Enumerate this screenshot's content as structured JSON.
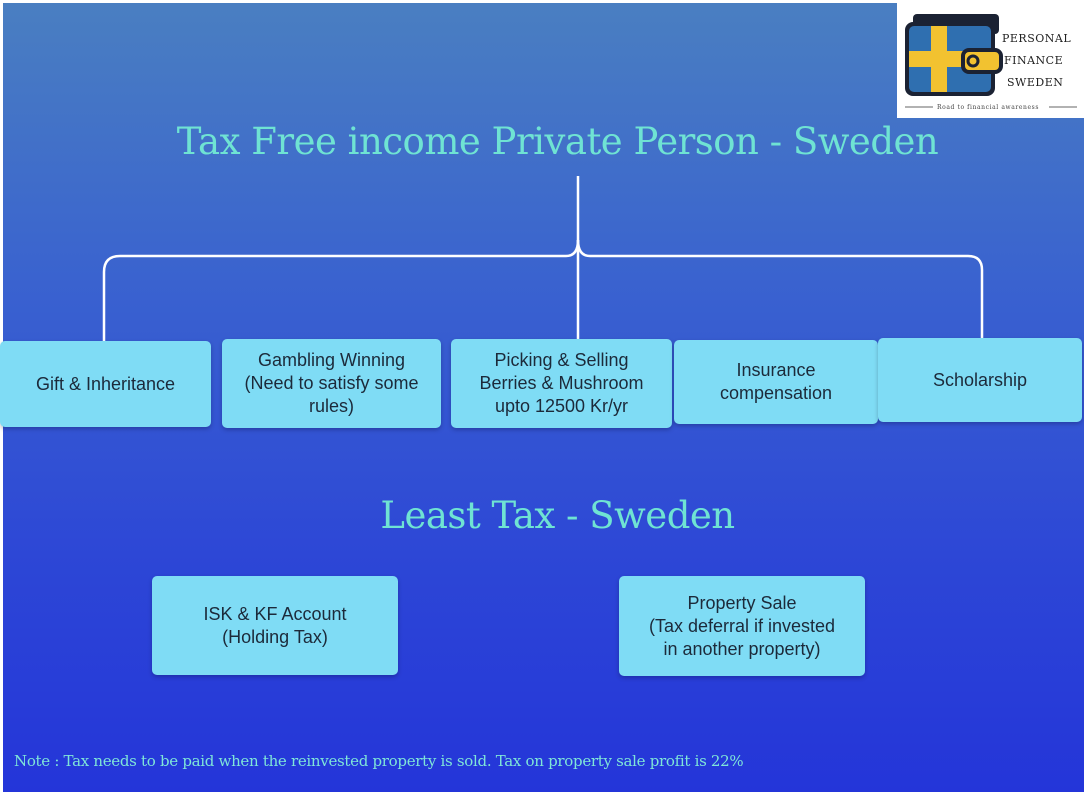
{
  "logo": {
    "line1": "PERSONAL",
    "line2": "FINANCE",
    "line3": "SWEDEN",
    "tagline": "Road to financial awareness"
  },
  "title_main": "Tax Free income Private Person - Sweden",
  "tax_free_items": [
    "Gift & Inheritance",
    "Gambling Winning\n(Need to satisfy some\nrules)",
    "Picking & Selling\nBerries & Mushroom\nupto 12500 Kr/yr",
    "Insurance\ncompensation",
    "Scholarship"
  ],
  "title_least": "Least Tax - Sweden",
  "least_tax_items": [
    "ISK & KF Account\n(Holding Tax)",
    "Property Sale\n(Tax deferral if invested\nin another property)"
  ],
  "note": "Note : Tax needs to be paid when the reinvested property is sold. Tax on property sale profit is 22%",
  "colors": {
    "title": "#6fe3d3",
    "box": "#7fdcf5",
    "connector": "#ffffff",
    "flag_blue": "#2f6fb0",
    "flag_yellow": "#f2c230"
  }
}
